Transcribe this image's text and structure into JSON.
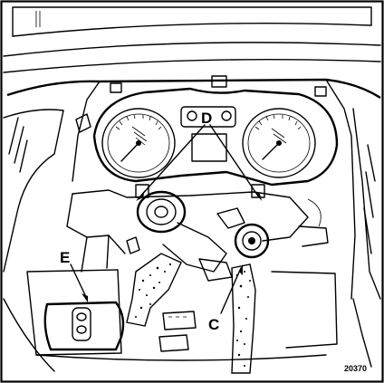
{
  "figure": {
    "labels": {
      "d": "D",
      "e": "E",
      "c": "C"
    },
    "reference_number": "20370"
  }
}
